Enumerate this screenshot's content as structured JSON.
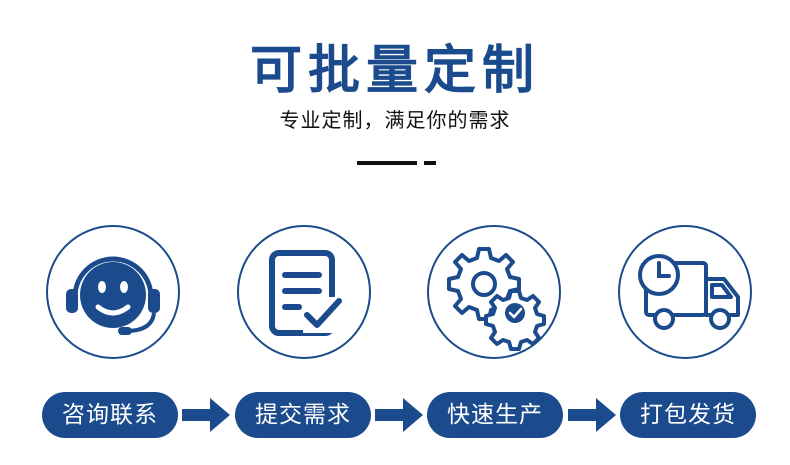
{
  "header": {
    "title": "可批量定制",
    "subtitle": "专业定制，满足你的需求"
  },
  "colors": {
    "brand": "#1b4b8c",
    "text": "#111111"
  },
  "steps": [
    {
      "label": "咨询联系",
      "icon": "customer-service-headset-icon"
    },
    {
      "label": "提交需求",
      "icon": "checklist-document-icon"
    },
    {
      "label": "快速生产",
      "icon": "gears-production-icon"
    },
    {
      "label": "打包发货",
      "icon": "delivery-truck-clock-icon"
    }
  ]
}
